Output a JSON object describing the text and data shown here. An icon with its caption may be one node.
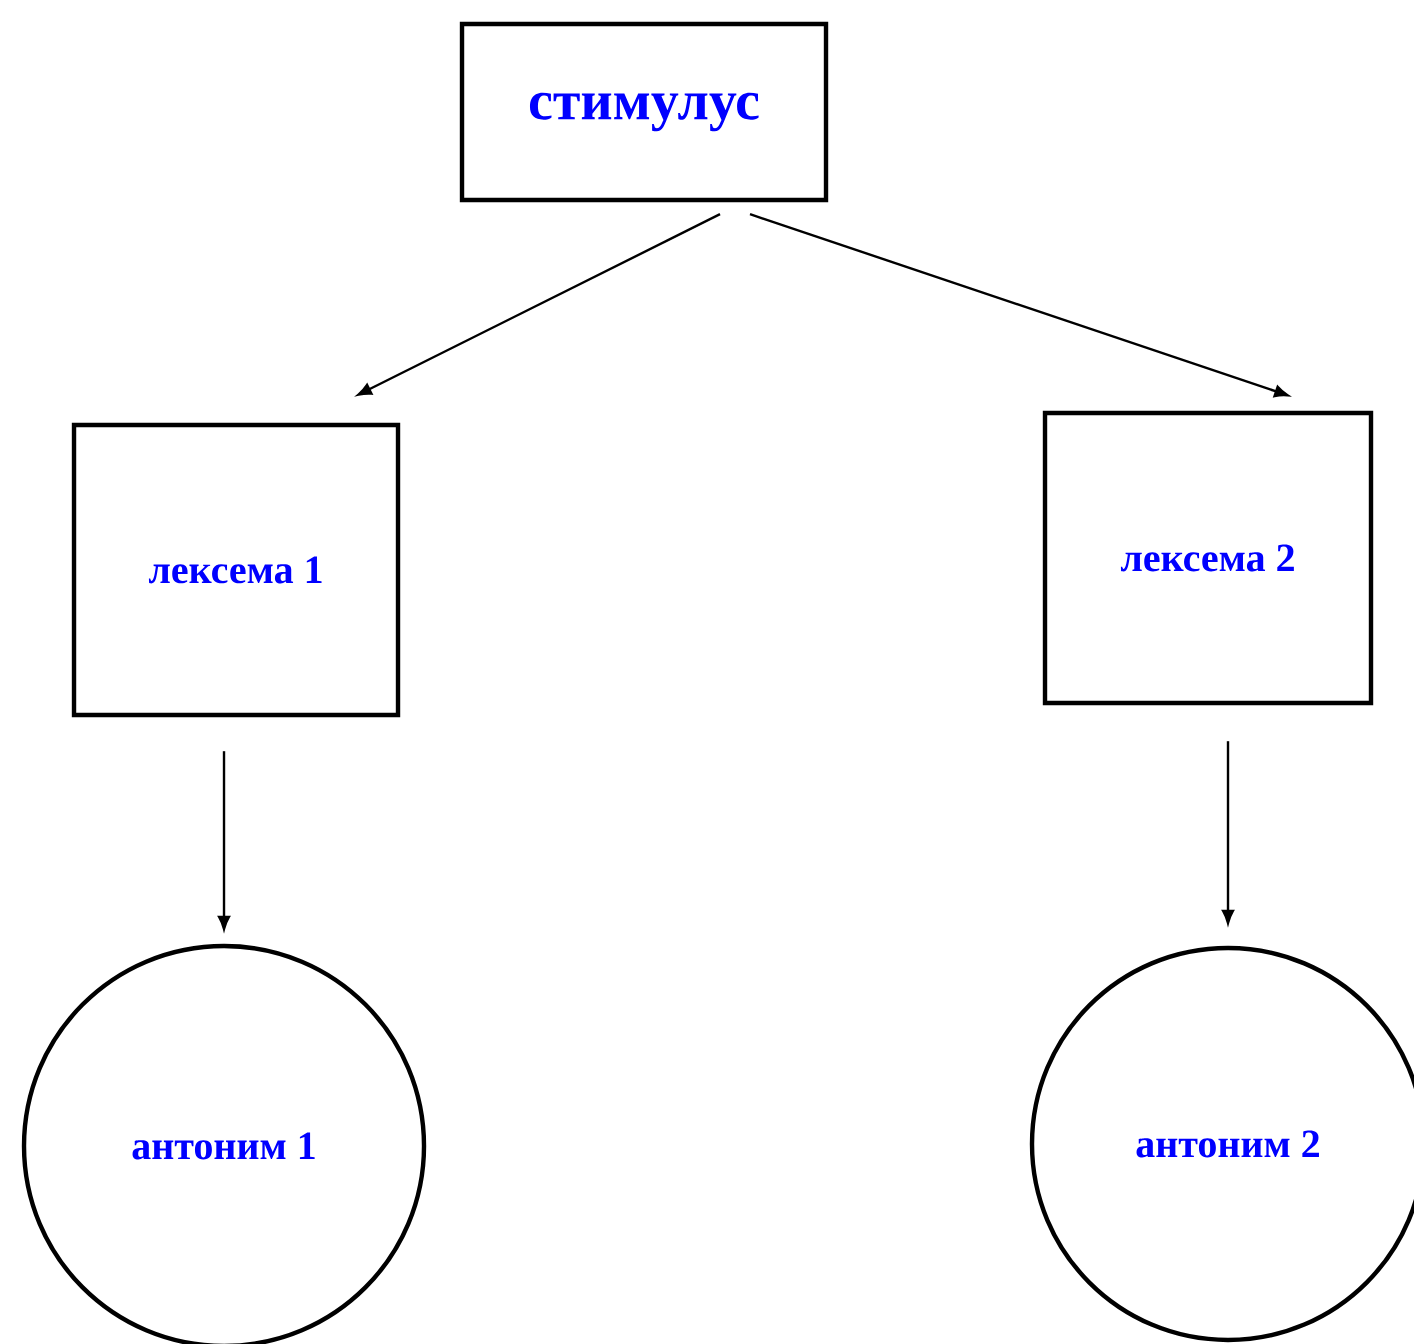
{
  "diagram": {
    "nodes": [
      {
        "text": [
          "стимулус"
        ]
      },
      {
        "text": [
          "лексема 1"
        ]
      },
      {
        "text": [
          "лексема 2"
        ]
      },
      {
        "text": [
          "антоним 1"
        ]
      },
      {
        "text": [
          "антоним 2"
        ]
      }
    ],
    "edges": [
      {
        "from": 0,
        "to": 1,
        "arrow": "to"
      },
      {
        "from": 0,
        "to": 2,
        "arrow": "to"
      },
      {
        "from": 1,
        "to": 3,
        "arrow": "to"
      },
      {
        "from": 2,
        "to": 4,
        "arrow": "to"
      }
    ]
  }
}
